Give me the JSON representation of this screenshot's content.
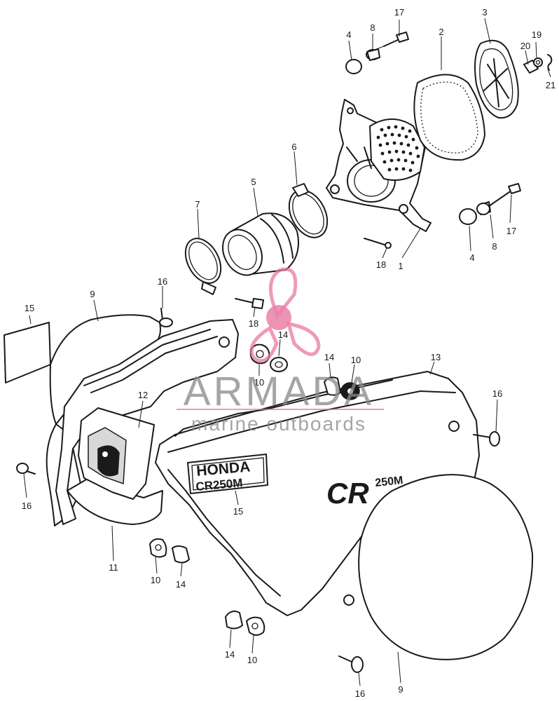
{
  "watermark": {
    "brand": "ARMADA",
    "tagline": "marine outboards",
    "accent_color": "#e8739d"
  },
  "emblems": {
    "brand": "HONDA",
    "model": "CR250M",
    "cover_logo": "CR",
    "cover_model": "250M"
  },
  "callouts": [
    {
      "id": "c-17a",
      "label": "17"
    },
    {
      "id": "c-8a",
      "label": "8"
    },
    {
      "id": "c-4a",
      "label": "4"
    },
    {
      "id": "c-3",
      "label": "3"
    },
    {
      "id": "c-2",
      "label": "2"
    },
    {
      "id": "c-19",
      "label": "19"
    },
    {
      "id": "c-20",
      "label": "20"
    },
    {
      "id": "c-21",
      "label": "21"
    },
    {
      "id": "c-6",
      "label": "6"
    },
    {
      "id": "c-5",
      "label": "5"
    },
    {
      "id": "c-7",
      "label": "7"
    },
    {
      "id": "c-17b",
      "label": "17"
    },
    {
      "id": "c-8b",
      "label": "8"
    },
    {
      "id": "c-4b",
      "label": "4"
    },
    {
      "id": "c-18a",
      "label": "18"
    },
    {
      "id": "c-1",
      "label": "1"
    },
    {
      "id": "c-16a",
      "label": "16"
    },
    {
      "id": "c-15a",
      "label": "15"
    },
    {
      "id": "c-9a",
      "label": "9"
    },
    {
      "id": "c-18b",
      "label": "18"
    },
    {
      "id": "c-14a",
      "label": "14"
    },
    {
      "id": "c-10a",
      "label": "10"
    },
    {
      "id": "c-14b",
      "label": "14"
    },
    {
      "id": "c-10b",
      "label": "10"
    },
    {
      "id": "c-13",
      "label": "13"
    },
    {
      "id": "c-12",
      "label": "12"
    },
    {
      "id": "c-16b",
      "label": "16"
    },
    {
      "id": "c-16c",
      "label": "16"
    },
    {
      "id": "c-15b",
      "label": "15"
    },
    {
      "id": "c-11",
      "label": "11"
    },
    {
      "id": "c-10c",
      "label": "10"
    },
    {
      "id": "c-14c",
      "label": "14"
    },
    {
      "id": "c-14d",
      "label": "14"
    },
    {
      "id": "c-10d",
      "label": "10"
    },
    {
      "id": "c-16d",
      "label": "16"
    },
    {
      "id": "c-9b",
      "label": "9"
    }
  ]
}
